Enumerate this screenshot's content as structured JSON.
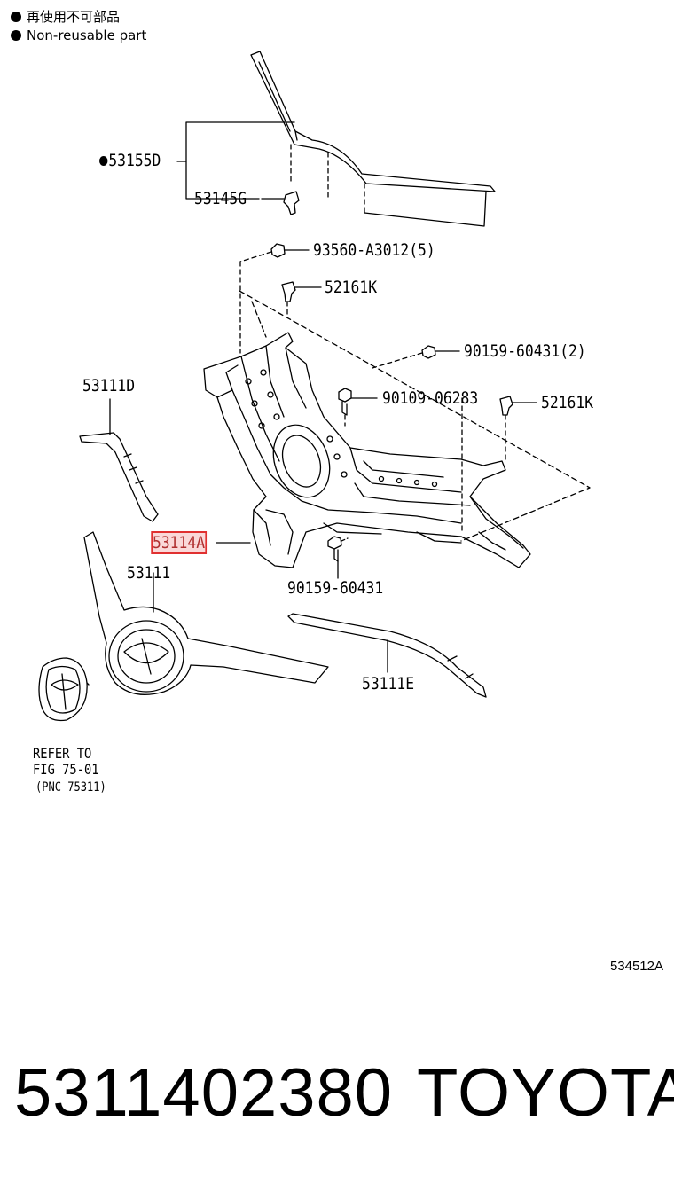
{
  "legend": {
    "line1": "再使用不可部品",
    "line2": "Non-reusable part"
  },
  "parts": {
    "p53155D": "53155D",
    "p53145G": "53145G",
    "p93560": "93560-A3012(5)",
    "p52161K_a": "52161K",
    "p90159_2": "90159-60431(2)",
    "p90109": "90109-06283",
    "p52161K_b": "52161K",
    "p53111D": "53111D",
    "p53114A": "53114A",
    "p90159": "90159-60431",
    "p53111": "53111",
    "p53111E": "53111E"
  },
  "refer": {
    "line1": "REFER TO",
    "line2": "FIG 75-01",
    "line3": "(PNC 75311)"
  },
  "figure_code": "534512A",
  "footer": {
    "part_number": "5311402380",
    "brand": "TOYOTA"
  },
  "highlight_color": "#e03030"
}
